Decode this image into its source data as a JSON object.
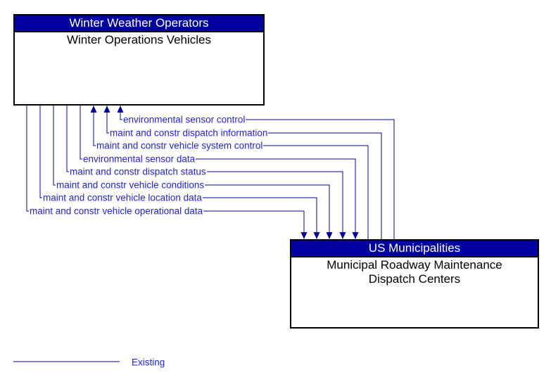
{
  "boxes": {
    "source": {
      "header": "Winter Weather Operators",
      "name": "Winter Operations Vehicles"
    },
    "destination": {
      "header": "US Municipalities",
      "name": "Municipal Roadway Maintenance Dispatch Centers"
    }
  },
  "flows": [
    {
      "label": "environmental sensor control",
      "direction": "to-winter-operations-vehicles"
    },
    {
      "label": "maint and constr dispatch information",
      "direction": "to-winter-operations-vehicles"
    },
    {
      "label": "maint and constr vehicle system control",
      "direction": "to-winter-operations-vehicles"
    },
    {
      "label": "environmental sensor data",
      "direction": "to-dispatch-centers"
    },
    {
      "label": "maint and constr dispatch status",
      "direction": "to-dispatch-centers"
    },
    {
      "label": "maint and constr vehicle conditions",
      "direction": "to-dispatch-centers"
    },
    {
      "label": "maint and constr vehicle location data",
      "direction": "to-dispatch-centers"
    },
    {
      "label": "maint and constr vehicle operational data",
      "direction": "to-dispatch-centers"
    }
  ],
  "legend": {
    "label": "Existing"
  },
  "colors": {
    "header_bg": "#0000A0",
    "header_text": "#FFFFFF",
    "flow_line": "#000099",
    "flow_label": "#2222DD",
    "box_border": "#000000"
  }
}
